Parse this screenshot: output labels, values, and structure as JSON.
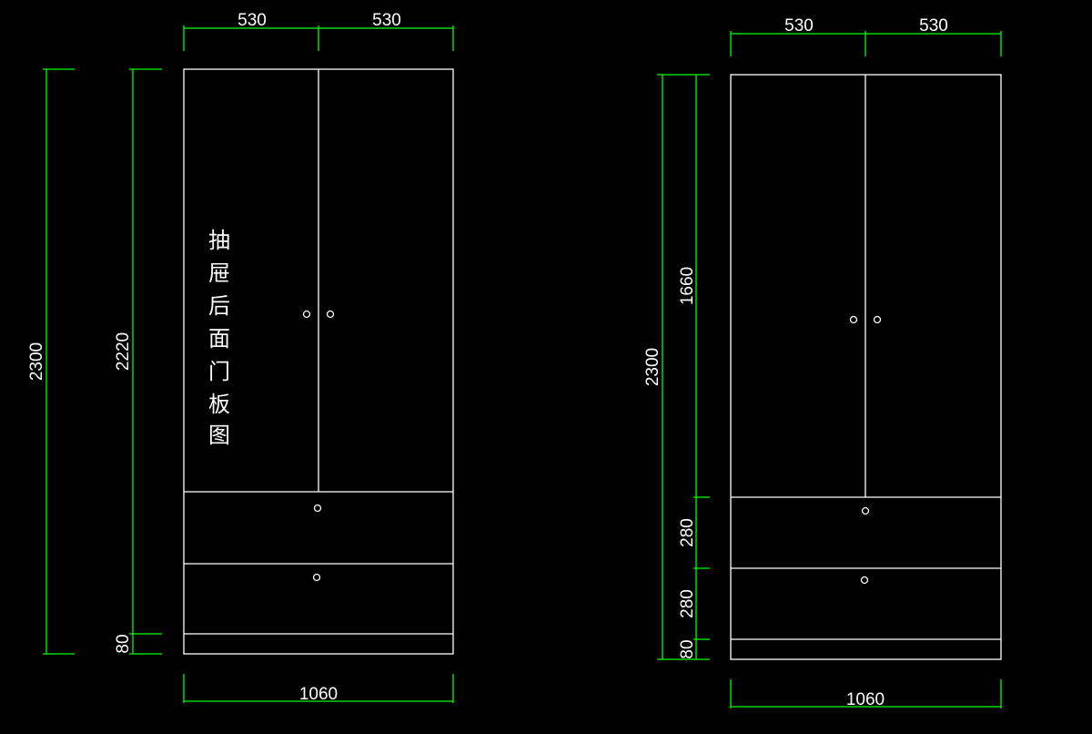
{
  "colors": {
    "background": "#000000",
    "outline": "#ffffff",
    "dimension": "#00ff00",
    "text": "#ffffff"
  },
  "left_view": {
    "caption": [
      "抽",
      "屉",
      "后",
      "面",
      "门",
      "板",
      "图"
    ],
    "dims": {
      "top_left_width": "530",
      "top_right_width": "530",
      "total_width": "1060",
      "total_height": "2300",
      "body_height": "2220",
      "base_height": "80"
    }
  },
  "right_view": {
    "dims": {
      "top_left_width": "530",
      "top_right_width": "530",
      "total_width": "1060",
      "total_height": "2300",
      "door_height": "1660",
      "drawer1_height": "280",
      "drawer2_height": "280",
      "base_height": "80"
    }
  }
}
